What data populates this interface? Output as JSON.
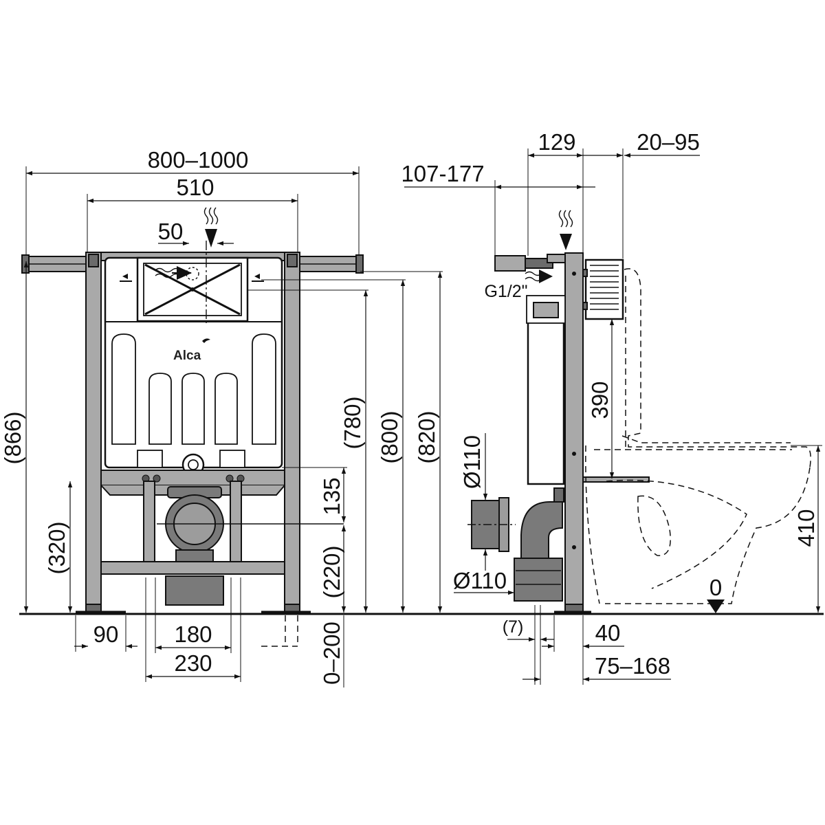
{
  "front_view": {
    "brand": "Alca",
    "dimensions": {
      "overall_width": "800–1000",
      "frame_width": "510",
      "inlet_offset": "50",
      "height_total": "(866)",
      "height_320": "(320)",
      "height_780": "(780)",
      "height_800": "(800)",
      "height_820": "(820)",
      "drop_135": "135",
      "drop_220": "(220)",
      "leg_adjust": "0–200",
      "foot_90": "90",
      "outlet_180": "180",
      "outlet_230": "230"
    }
  },
  "side_view": {
    "dimensions": {
      "depth_129": "129",
      "depth_20_95": "20–95",
      "depth_107_177": "107-177",
      "thread": "G1/2\"",
      "height_390": "390",
      "pipe_dia_top": "Ø110",
      "pipe_dia_bottom": "Ø110",
      "height_410": "410",
      "floor_zero": "0",
      "offset_7": "(7)",
      "offset_40": "40",
      "offset_75_168": "75–168"
    }
  }
}
